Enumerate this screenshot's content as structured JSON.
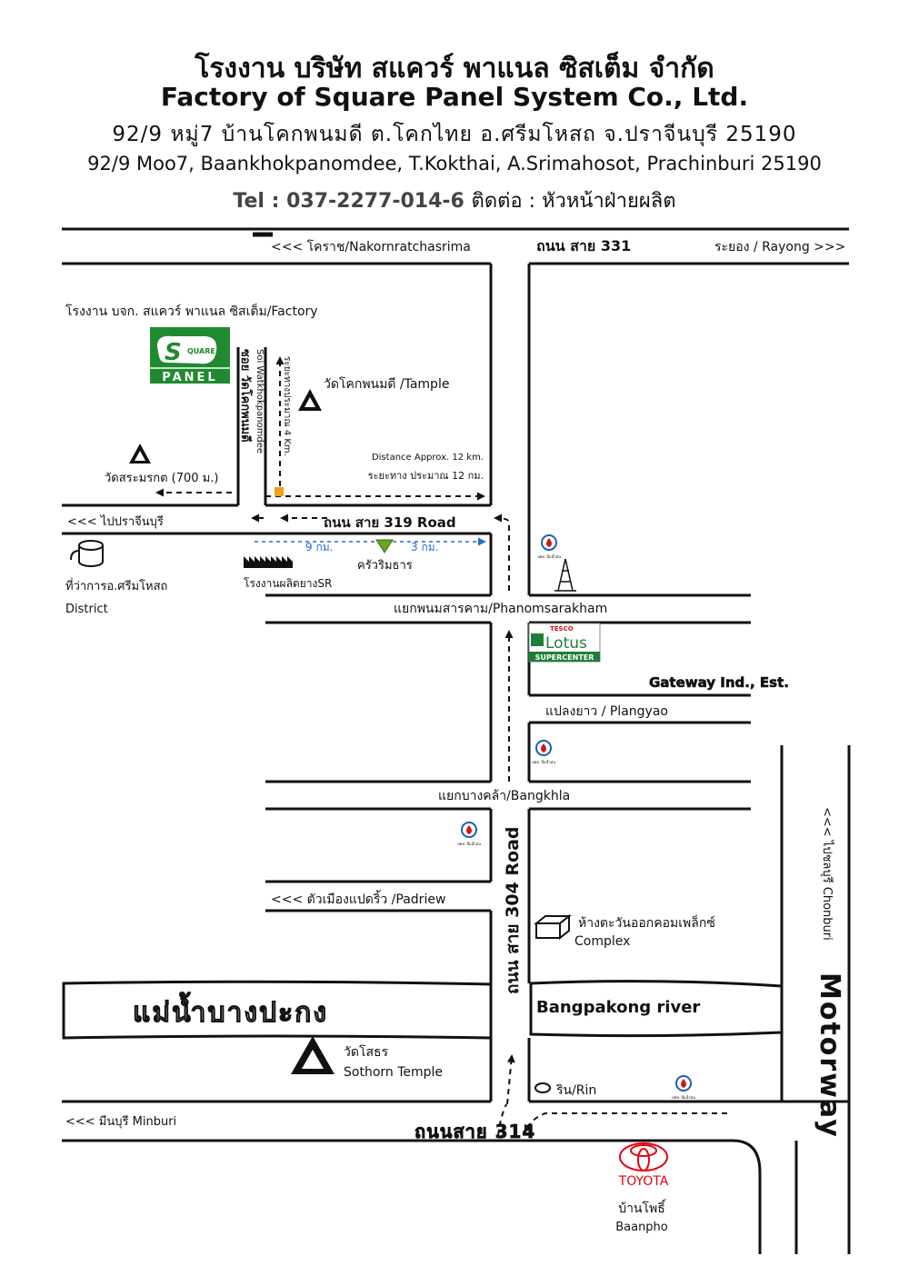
{
  "header": {
    "title_th": "โรงงาน บริษัท สแควร์ พาแนล ซิสเต็ม จำกัด",
    "title_en": "Factory of Square Panel System Co., Ltd.",
    "address_th": "92/9 หมู่7 บ้านโคกพนมดี ต.โคกไทย อ.ศรีมโหสถ จ.ปราจีนบุรี 25190",
    "address_en": "92/9 Moo7, Baankhokpanomdee, T.Kokthai, A.Srimahosot, Prachinburi 25190",
    "tel_label": "Tel : 037-2277-014-6",
    "contact": "ติดต่อ : หัวหน้าฝ่ายผลิต"
  },
  "map": {
    "road331_west": "<<< โคราช/Nakornratchasrima",
    "road331_name": "ถนน สาย 331",
    "road331_east": "ระยอง / Rayong >>>",
    "factory_label": "โรงงาน บจก. สแควร์ พาแนล ซิสเต็ม/Factory",
    "logo_top": "S",
    "logo_square": "QUARE",
    "logo_bottom": "PANEL",
    "soi_th": "ซอย วัดโคกพนมดี",
    "soi_en": "Soi Watkhokpanomdee",
    "soi_dist": "ระยะทางประมาณ 4 Km.",
    "temple_label": "วัดโคกพนมดี /Tample",
    "dist_en": "Distance Approx. 12 km.",
    "dist_th": "ระยะทาง ประมาณ 12 กม.",
    "wat_srarmorakot": "วัดสระมรกต (700 ม.)",
    "to_prachinburi": "<<< ไปปราจีนบุรี",
    "road319": "ถนน สาย 319 Road",
    "dist_9km": "9 กม.",
    "dist_3km": "3 กม.",
    "district_th": "ที่ว่าการอ.ศรีมโหสถ",
    "district_en": "District",
    "sr_factory": "โรงงานผลิตยางSR",
    "krua_rimthan": "ครัวริมธาร",
    "phanom": "แยกพนมสารคาม/Phanomsarakham",
    "tesco": "TESCO",
    "lotus": "Lotus",
    "supercenter": "SUPERCENTER",
    "gateway": "Gateway Ind., Est.",
    "plangyao": "แปลงยาว / Plangyao",
    "bangkhla": "แยกบางคล้า/Bangkhla",
    "road304": "ถนน สาย 304 Road",
    "padriew": "<<< ตัวเมืองแปดริ้ว /Padriew",
    "complex_th": "ห้างตะวันออกคอมเพล็กซ์",
    "complex_en": "Complex",
    "river_th": "แม่น้ำบางปะกง",
    "river_en": "Bangpakong river",
    "to_chonburi": "<<< ไปชลบุรี Chonburi",
    "motorway": "Motorway",
    "wat_sothon_th": "วัดโสธร",
    "wat_sothon_en": "Sothorn Temple",
    "rin": "ริน/Rin",
    "minburi": "<<< มีนบุรี Minburi",
    "road314": "ถนนสาย 314",
    "toyota": "TOYOTA",
    "baanpho_th": "บ้านโพธิ์",
    "baanpho_en": "Baanpho",
    "ptt_caption": "ปตท. ปั้มน้ำมัน",
    "colors": {
      "logo_green": "#1f8a2f",
      "ptt_blue": "#1a5fb4",
      "ptt_red": "#d2141e",
      "toyota_red": "#e60012",
      "dist_blue": "#2a6ad8",
      "krua_green": "#6aa61f",
      "lotus_green": "#1f7f3a"
    },
    "icons": [
      "temple-icon",
      "district-cylinder-icon",
      "factory-building-icon",
      "ptt-station-icon",
      "box-icon",
      "toyota-logo-icon",
      "circle-icon",
      "triangle-marker-icon"
    ]
  }
}
